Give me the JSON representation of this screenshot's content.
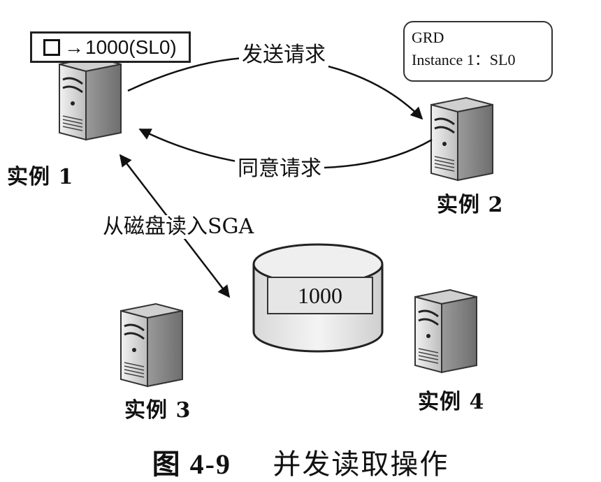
{
  "cache_block": {
    "arrow_glyph": "→",
    "text": "1000(SL0)"
  },
  "grd": {
    "line1": "GRD",
    "line2": "Instance 1：SL0"
  },
  "instances": [
    "实例 1",
    "实例 2",
    "实例 3",
    "实例 4"
  ],
  "arrows": {
    "send_request": "发送请求",
    "grant_request": "同意请求",
    "read_disk": "从磁盘读入SGA"
  },
  "disk": {
    "value": "1000"
  },
  "caption": {
    "figure_no": "图 4-9",
    "title": "并发读取操作"
  }
}
